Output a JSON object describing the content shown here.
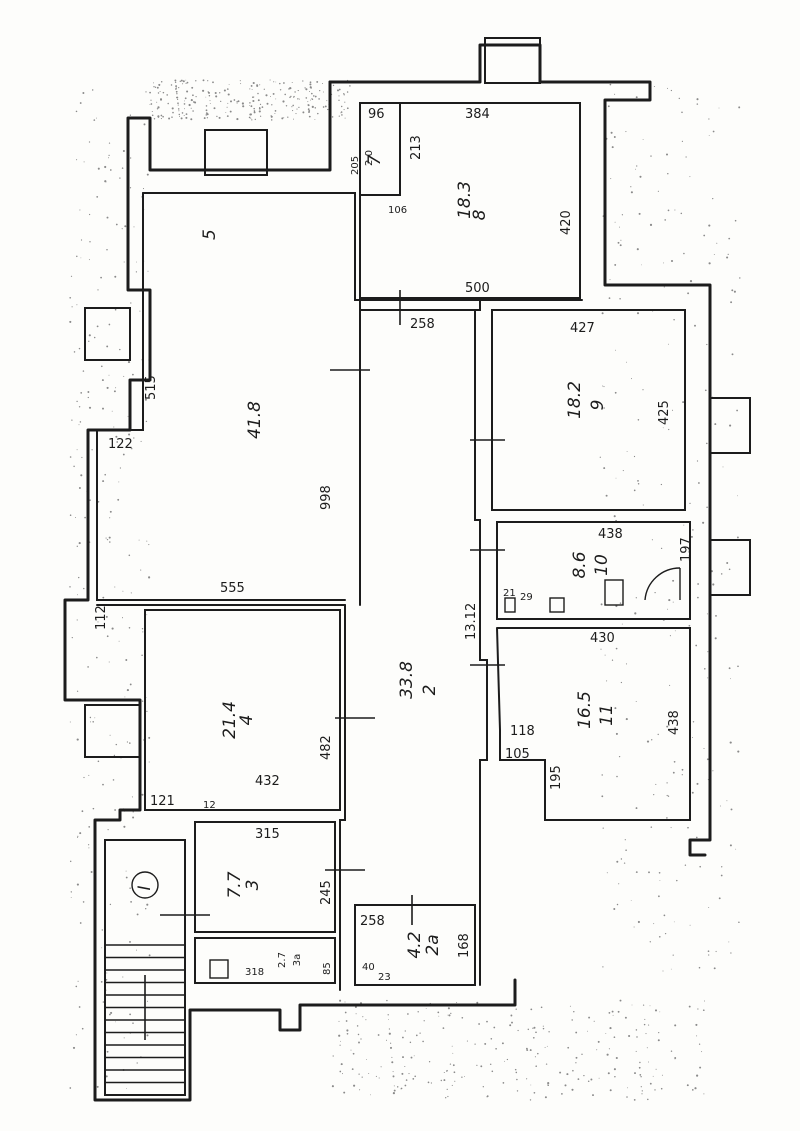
{
  "rooms": [
    {
      "id": "r1",
      "number": "I",
      "area": ""
    },
    {
      "id": "r2",
      "number": "2",
      "area": "33.8"
    },
    {
      "id": "r2a",
      "number": "2a",
      "area": "4.2"
    },
    {
      "id": "r3",
      "number": "3",
      "area": "7.7"
    },
    {
      "id": "r3a",
      "number": "3a",
      "area": "2.7"
    },
    {
      "id": "r4",
      "number": "4",
      "area": "21.4"
    },
    {
      "id": "r5",
      "number": "5",
      "area": "41.8"
    },
    {
      "id": "r7",
      "number": "7",
      "area": "2.0"
    },
    {
      "id": "r8",
      "number": "8",
      "area": "18.3"
    },
    {
      "id": "r9",
      "number": "9",
      "area": "18.2"
    },
    {
      "id": "r10",
      "number": "10",
      "area": "8.6"
    },
    {
      "id": "r11",
      "number": "11",
      "area": "16.5"
    }
  ],
  "dimensions": {
    "d384": "384",
    "d96": "96",
    "d213": "213",
    "d205": "205",
    "d106": "106",
    "d420": "420",
    "d500": "500",
    "d258_top": "258",
    "d427": "427",
    "d425": "425",
    "d515": "515",
    "d122": "122",
    "d998": "998",
    "d555": "555",
    "d438": "438",
    "d197": "197",
    "d21": "21",
    "d29": "29",
    "d1312": "13.12",
    "d430": "430",
    "d112": "112",
    "d438b": "438",
    "d118": "118",
    "d105": "105",
    "d195": "195",
    "d482": "482",
    "d432": "432",
    "d121": "121",
    "d12": "12",
    "d315": "315",
    "d245": "245",
    "d258_bot": "258",
    "d168": "168",
    "d318": "318",
    "d85": "85",
    "d40": "40",
    "d23": "23"
  }
}
